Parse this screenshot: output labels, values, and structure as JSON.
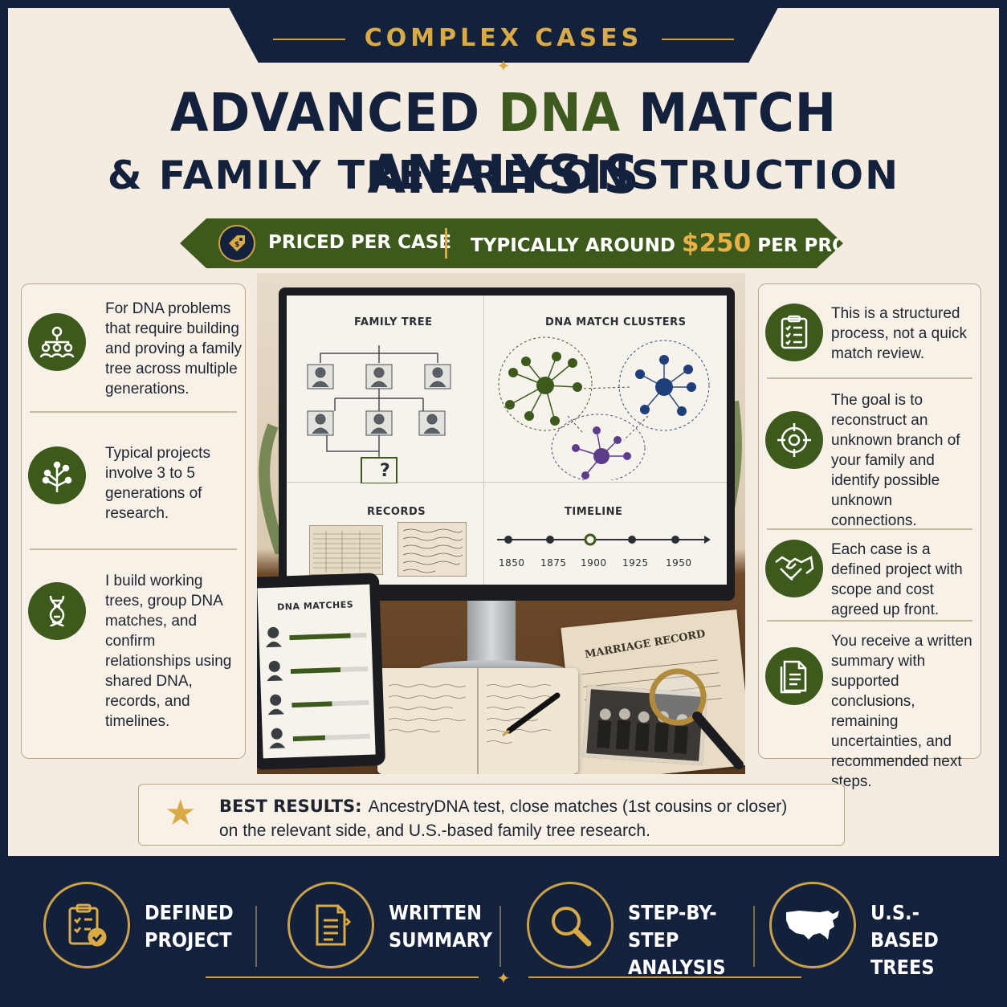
{
  "header": {
    "eyebrow": "COMPLEX CASES",
    "title_part1": "ADVANCED ",
    "title_accent": "DNA",
    "title_part2": " MATCH ANALYSIS",
    "subtitle": "& FAMILY TREE RECONSTRUCTION"
  },
  "pricing": {
    "left": "PRICED PER CASE",
    "right_prefix": "TYPICALLY AROUND ",
    "amount": "$250",
    "right_suffix": " PER PROJECT"
  },
  "left_panel": [
    {
      "icon": "family-network-icon",
      "text": "For DNA problems that require building and proving a family tree across multiple generations."
    },
    {
      "icon": "tree-icon",
      "text": "Typical projects involve 3 to 5 generations of research."
    },
    {
      "icon": "dna-icon",
      "text": "I build working trees, group DNA matches, and confirm relationships using shared DNA, records, and timelines."
    }
  ],
  "right_panel": [
    {
      "icon": "clipboard-icon",
      "text": "This is a structured process, not a quick match review."
    },
    {
      "icon": "target-icon",
      "text": "The goal is to reconstruct an unknown branch of your family and identify possible unknown connections."
    },
    {
      "icon": "handshake-icon",
      "text": "Each case is a defined project with scope and cost agreed up front."
    },
    {
      "icon": "document-icon",
      "text": "You receive a written summary with supported conclusions, remaining uncertainties, and recommended next steps."
    }
  ],
  "screen": {
    "family_tree_label": "FAMILY TREE",
    "clusters_label": "DNA MATCH CLUSTERS",
    "records_label": "RECORDS",
    "timeline_label": "TIMELINE",
    "unknown_mark": "?",
    "timeline_years": [
      "1850",
      "1875",
      "1900",
      "1925",
      "1950"
    ]
  },
  "tablet": {
    "label": "DNA MATCHES"
  },
  "props": {
    "marriage_record": "MARRIAGE RECORD"
  },
  "best_results": {
    "label": "BEST RESULTS:",
    "line1": "AncestryDNA test, close matches (1st cousins or closer)",
    "line2": "on the relevant side, and U.S.-based family tree research."
  },
  "footer": [
    {
      "icon": "clipboard-check-icon",
      "label": "DEFINED\nPROJECT"
    },
    {
      "icon": "written-summary-icon",
      "label": "WRITTEN\nSUMMARY"
    },
    {
      "icon": "magnifier-icon",
      "label": "STEP-BY-STEP\nANALYSIS"
    },
    {
      "icon": "usa-map-icon",
      "label": "U.S.-BASED\nTREES"
    }
  ],
  "colors": {
    "navy": "#14213d",
    "olive": "#3d5a1c",
    "gold": "#d9aa45",
    "cream": "#f4ece0"
  }
}
